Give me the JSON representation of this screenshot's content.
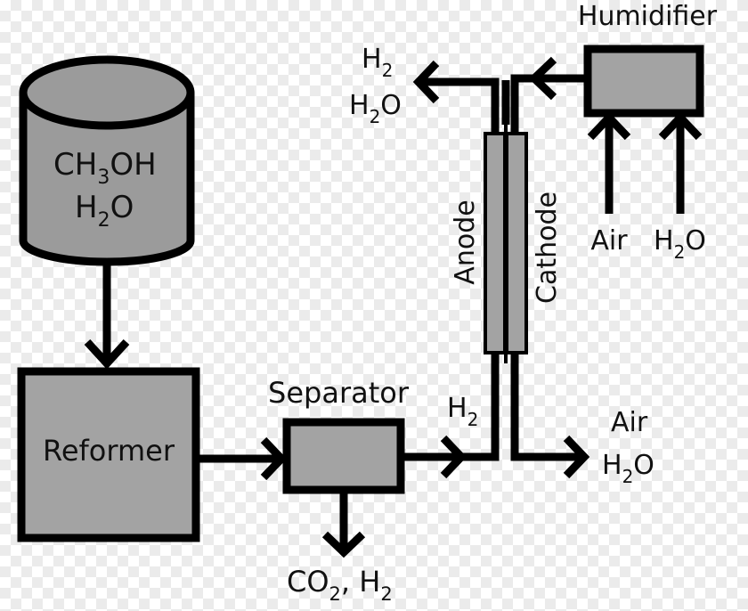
{
  "colors": {
    "box_fill": "#a3a3a3",
    "stroke": "#000000",
    "tank_fill": "#9b9b9b"
  },
  "tank": {
    "line1": "CH3OH",
    "line1_main_a": "CH",
    "line1_sub": "3",
    "line1_main_b": "OH",
    "line2_main": "H",
    "line2_sub": "2",
    "line2_tail": "O"
  },
  "reformer": {
    "label": "Reformer"
  },
  "separator": {
    "label": "Separator",
    "out_main_a": "CO",
    "out_sub_a": "2",
    "out_sep": ", H",
    "out_sub_b": "2"
  },
  "fuel_cell": {
    "anode": "Anode",
    "cathode": "Cathode"
  },
  "anode_in": {
    "main": "H",
    "sub": "2"
  },
  "anode_out": {
    "l1_main": "H",
    "l1_sub": "2",
    "l2_main": "H",
    "l2_sub": "2",
    "l2_tail": "O"
  },
  "cathode_out": {
    "l1": "Air",
    "l2_main": "H",
    "l2_sub": "2",
    "l2_tail": "O"
  },
  "humidifier": {
    "label": "Humidifier",
    "in_air": "Air",
    "in_water_main": "H",
    "in_water_sub": "2",
    "in_water_tail": "O"
  }
}
